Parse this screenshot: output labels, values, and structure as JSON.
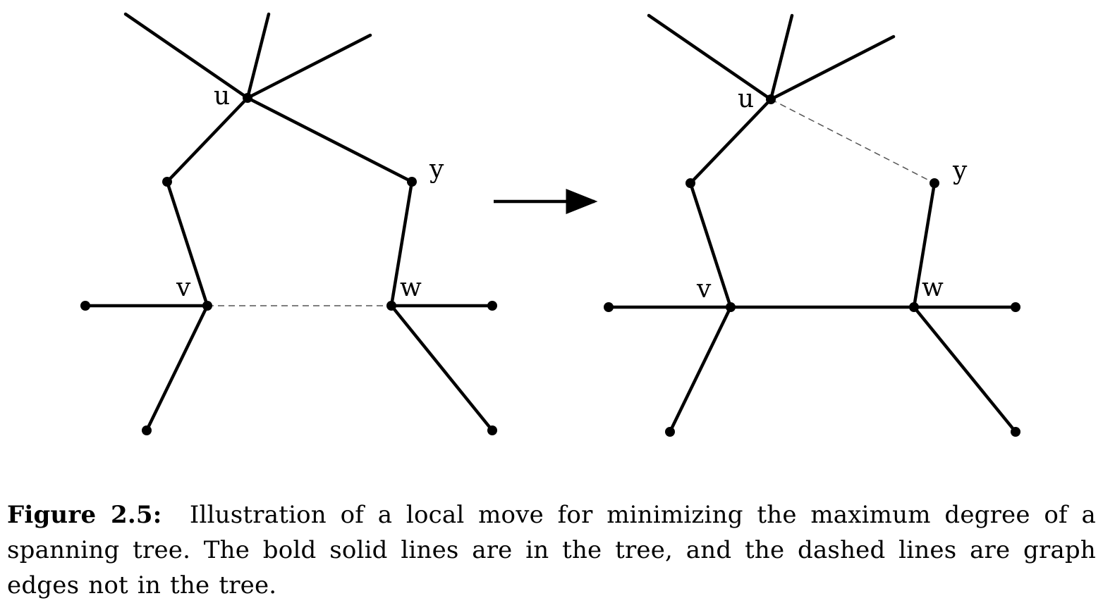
{
  "figure": {
    "before": {
      "labels": {
        "u": "u",
        "y": "y",
        "v": "v",
        "w": "w"
      }
    },
    "after": {
      "labels": {
        "u": "u",
        "y": "y",
        "v": "v",
        "w": "w"
      }
    }
  },
  "caption": {
    "label": "Figure 2.5:",
    "text": "Illustration of a local move for minimizing the maximum degree of a spanning tree. The bold solid lines are in the tree, and the dashed lines are graph edges not in the tree."
  }
}
